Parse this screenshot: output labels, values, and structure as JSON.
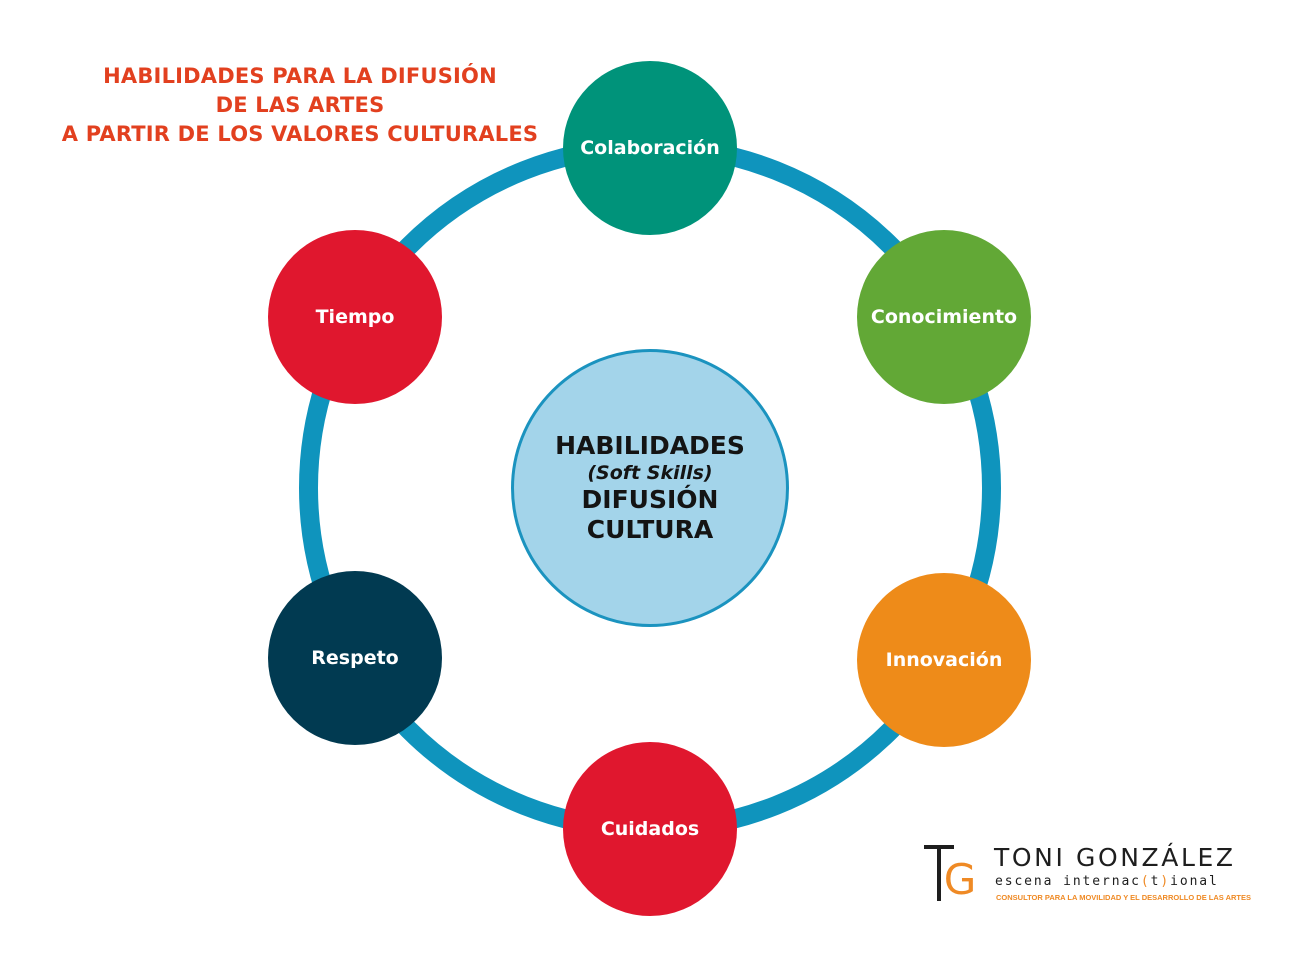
{
  "title": {
    "lines": [
      "HABILIDADES PARA LA DIFUSIÓN",
      "DE LAS ARTES",
      "A PARTIR DE LOS VALORES CULTURALES"
    ],
    "color": "#e2401f"
  },
  "center": {
    "line1": "HABILIDADES",
    "line2": "(Soft Skills)",
    "line3": "DIFUSIÓN",
    "line4": "CULTURA"
  },
  "ring_color": "#0f94bd",
  "nodes": [
    {
      "label": "Colaboración",
      "color": "#00937a"
    },
    {
      "label": "Conocimiento",
      "color": "#62a836"
    },
    {
      "label": "Innovación",
      "color": "#ee8b19"
    },
    {
      "label": "Cuidados",
      "color": "#e0172e"
    },
    {
      "label": "Respeto",
      "color": "#013a51"
    },
    {
      "label": "Tiempo",
      "color": "#e0172e"
    }
  ],
  "logo": {
    "monogram": "TG",
    "name": "TONI GONZÁLEZ",
    "sub_before": "escena internac",
    "sub_paren_open": "(",
    "sub_t": "t",
    "sub_paren_close": ")",
    "sub_after": "ional",
    "tagline": "CONSULTOR PARA LA MOVILIDAD Y EL DESARROLLO DE LAS ARTES",
    "accent_color": "#ef8a25"
  }
}
